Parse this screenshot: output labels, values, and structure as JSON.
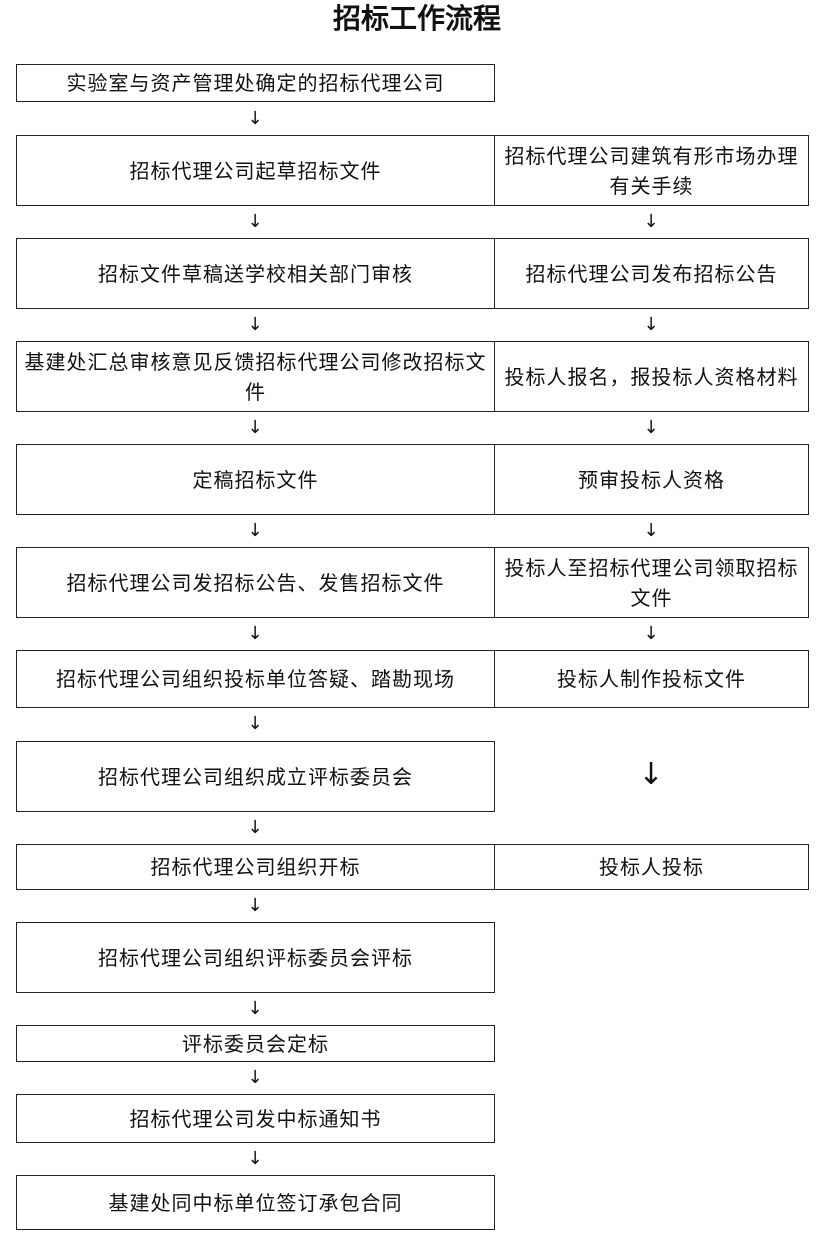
{
  "title": "招标工作流程",
  "steps": {
    "s1": "实验室与资产管理处确定的招标代理公司",
    "l2": "招标代理公司起草招标文件",
    "r2": "招标代理公司建筑有形市场办理有关手续",
    "l3": "招标文件草稿送学校相关部门审核",
    "r3": "招标代理公司发布招标公告",
    "l4": "基建处汇总审核意见反馈招标代理公司修改招标文件",
    "r4": "投标人报名，报投标人资格材料",
    "l5": "定稿招标文件",
    "r5": "预审投标人资格",
    "l6": "招标代理公司发招标公告、发售招标文件",
    "r6": "投标人至招标代理公司领取招标文件",
    "l7": "招标代理公司组织投标单位答疑、踏勘现场",
    "r7": "投标人制作投标文件",
    "l8": "招标代理公司组织成立评标委员会",
    "l9": "招标代理公司组织开标",
    "r9": "投标人投标",
    "l10": "招标代理公司组织评标委员会评标",
    "l11": "评标委员会定标",
    "l12": "招标代理公司发中标通知书",
    "l13": "基建处同中标单位签订承包合同"
  },
  "arrow_glyph": "↓"
}
